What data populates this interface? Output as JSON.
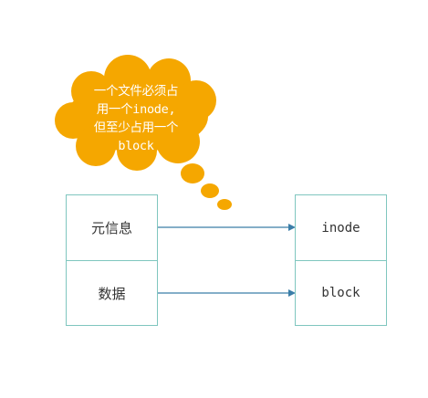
{
  "callout": {
    "lines": [
      "一个文件必须占",
      "用一个inode,",
      "但至少占用一个",
      "block"
    ]
  },
  "left": {
    "top_label": "元信息",
    "bottom_label": "数据"
  },
  "right": {
    "top_label": "inode",
    "bottom_label": "block"
  },
  "colors": {
    "box_border": "#7fc6bf",
    "arrow": "#3b7ea8",
    "callout_fill": "#f5a700"
  }
}
